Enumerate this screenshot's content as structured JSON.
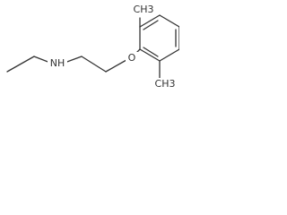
{
  "structure": {
    "atom_labels": {
      "amine_nitrogen": "NH",
      "ether_oxygen": "O",
      "methyl_top": "CH3",
      "methyl_bottom": "CH3"
    }
  }
}
